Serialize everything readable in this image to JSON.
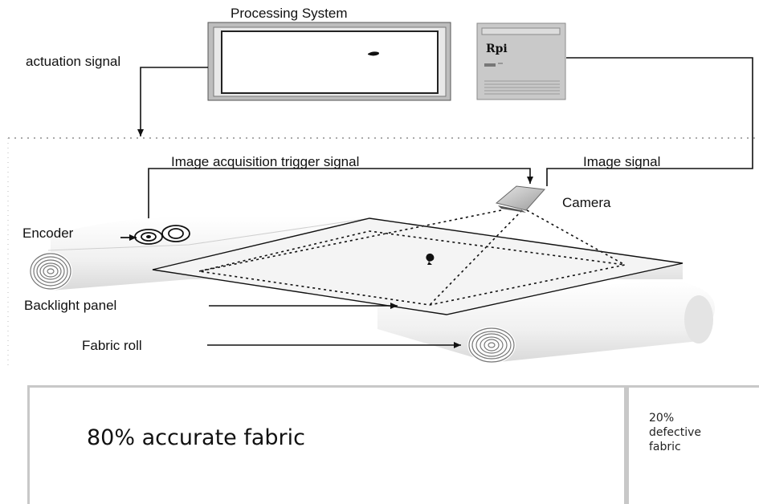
{
  "diagram": {
    "labels": {
      "processing_system": "Processing System",
      "actuation_signal": "actuation signal",
      "rpi": "Rpi",
      "trigger_signal": "Image acquisition trigger signal",
      "image_signal": "Image signal",
      "camera": "Camera",
      "encoder": "Encoder",
      "backlight_panel": "Backlight panel",
      "fabric_roll": "Fabric roll"
    }
  },
  "results": {
    "accurate": "80% accurate fabric",
    "defective": "20%\ndefective\nfabric"
  }
}
